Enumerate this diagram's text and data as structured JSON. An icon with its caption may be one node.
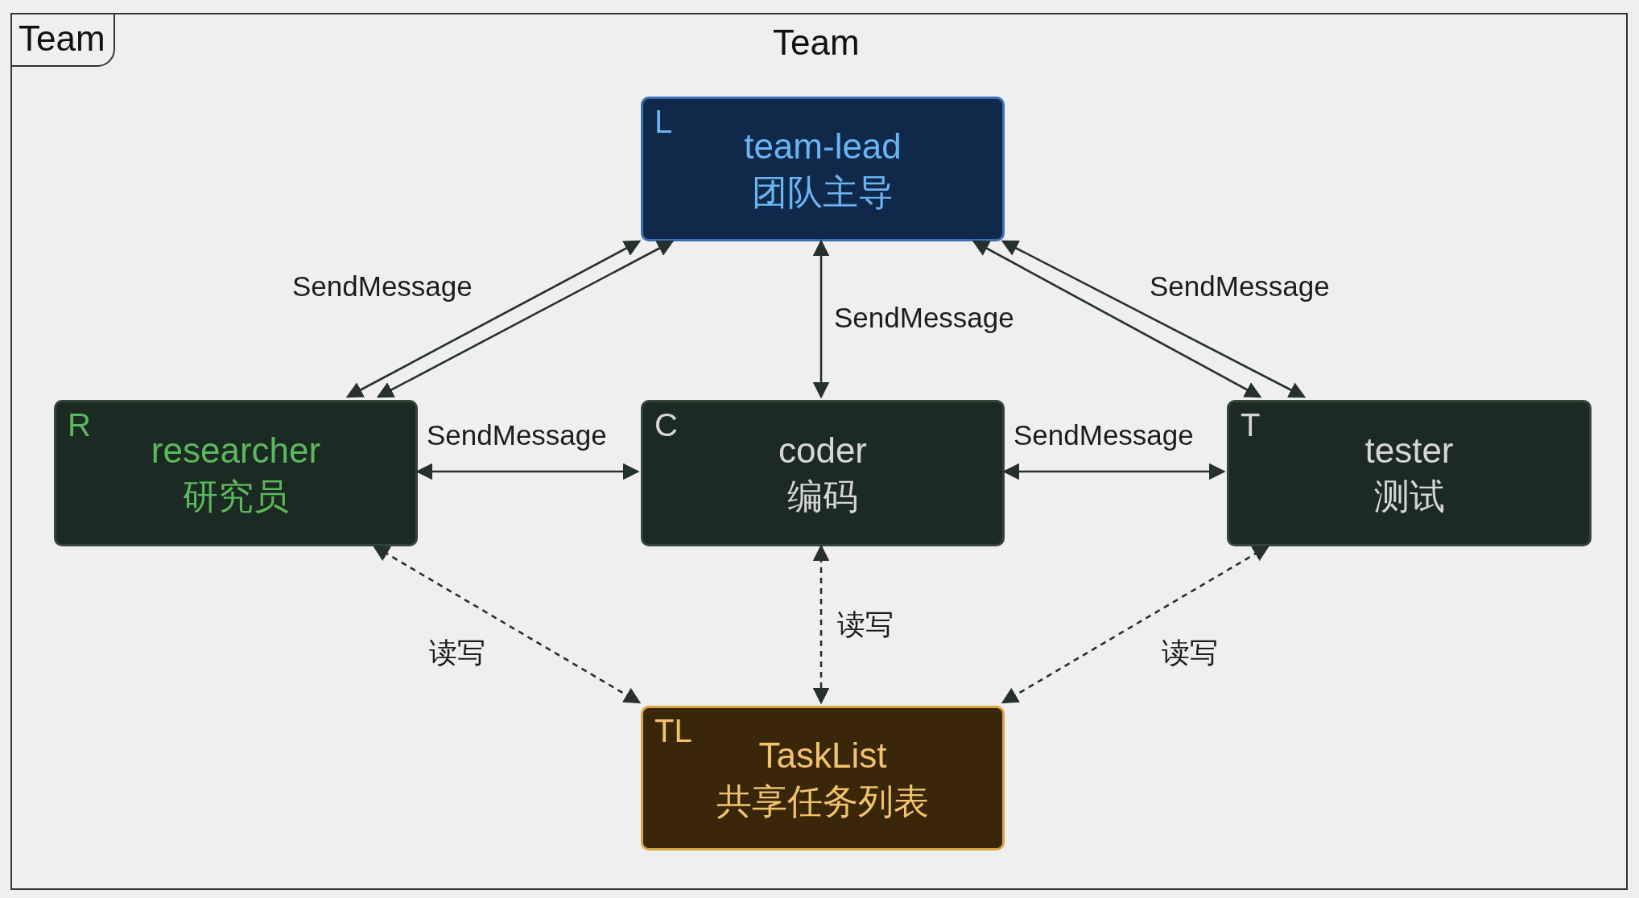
{
  "diagram": {
    "title": "Team",
    "nodes": [
      {
        "text": [
          "Team"
        ]
      },
      {
        "text": [
          "L",
          "team-lead",
          "团队主导"
        ],
        "in": 0
      },
      {
        "text": [
          "R",
          "researcher",
          "研究员"
        ],
        "in": 0
      },
      {
        "text": [
          "C",
          "coder",
          "编码"
        ],
        "in": 0
      },
      {
        "text": [
          "T",
          "tester",
          "测试"
        ],
        "in": 0
      },
      {
        "text": [
          "TL",
          "TaskList",
          "共享任务列表"
        ],
        "in": 0
      }
    ],
    "edges": [
      {
        "from": 2,
        "to": 1,
        "arrow": "both",
        "label": "SendMessage"
      },
      {
        "from": 2,
        "to": 1,
        "arrow": "both"
      },
      {
        "from": 1,
        "to": 4,
        "arrow": "both"
      },
      {
        "from": 1,
        "to": 4,
        "arrow": "both",
        "label": "SendMessage"
      },
      {
        "from": 1,
        "to": 3,
        "arrow": "both",
        "label": "SendMessage"
      },
      {
        "from": 2,
        "to": 3,
        "arrow": "both",
        "label": "SendMessage"
      },
      {
        "from": 3,
        "to": 4,
        "arrow": "both",
        "label": "SendMessage"
      },
      {
        "from": 2,
        "to": 5,
        "arrow": "both",
        "style": "dashed",
        "label": "读写"
      },
      {
        "from": 3,
        "to": 5,
        "arrow": "both",
        "style": "dashed",
        "label": "读写"
      },
      {
        "from": 4,
        "to": 5,
        "arrow": "both",
        "style": "dashed",
        "label": "读写"
      }
    ]
  }
}
